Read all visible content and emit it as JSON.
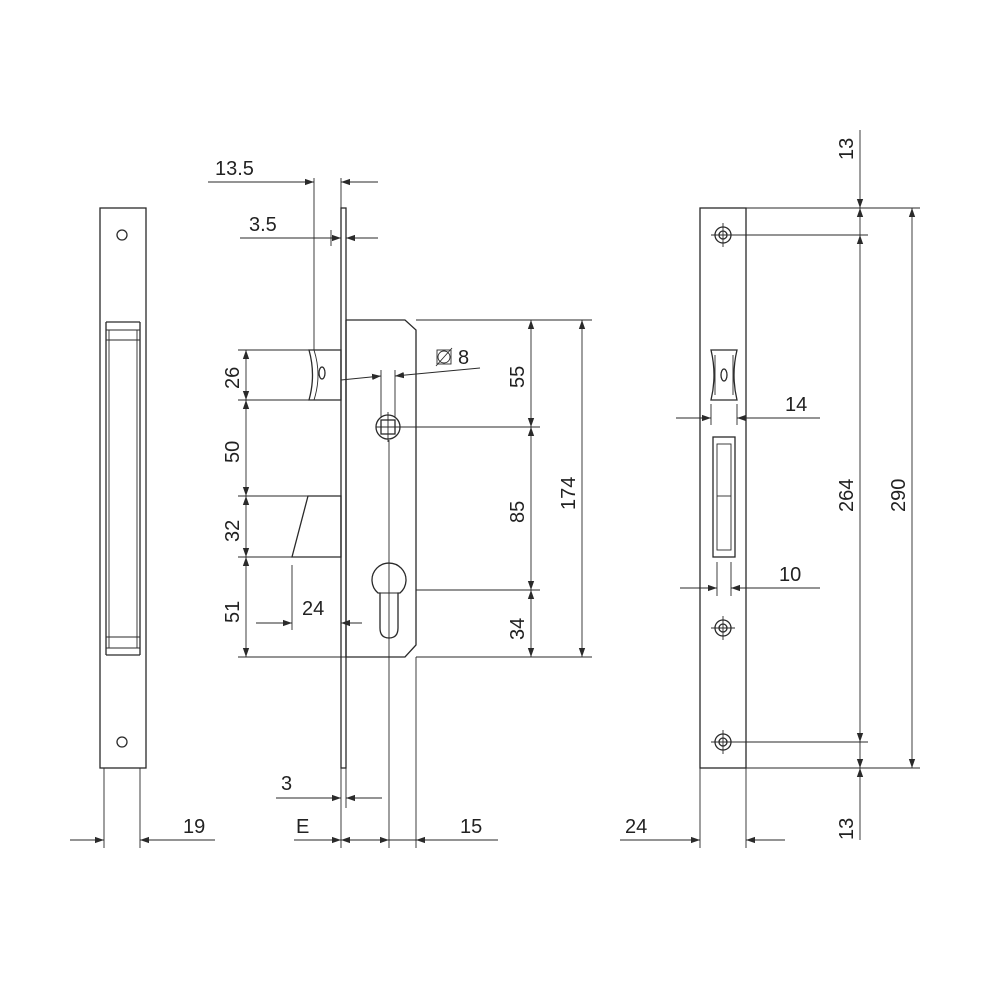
{
  "dimensions": {
    "faceplate_thickness_top": "13.5",
    "faceplate_inner_offset": "3.5",
    "latch_height": "26",
    "latch_to_bolt": "50",
    "bolt_height": "32",
    "bolt_to_bottom": "51",
    "bolt_throw": "24",
    "square_to_top": "55",
    "square_diameter": "8",
    "square_to_cylinder": "85",
    "cylinder_to_bottom": "34",
    "body_height": "174",
    "faceplate_thickness": "3",
    "backset": "E",
    "body_depth": "15",
    "side_width": "19",
    "front_top_margin": "13",
    "front_latch_width": "14",
    "front_bolt_width": "10",
    "screw_spacing": "264",
    "faceplate_length": "290",
    "front_bottom_margin": "13",
    "faceplate_width": "24"
  },
  "colors": {
    "line": "#2a2a2a",
    "background": "#ffffff"
  }
}
